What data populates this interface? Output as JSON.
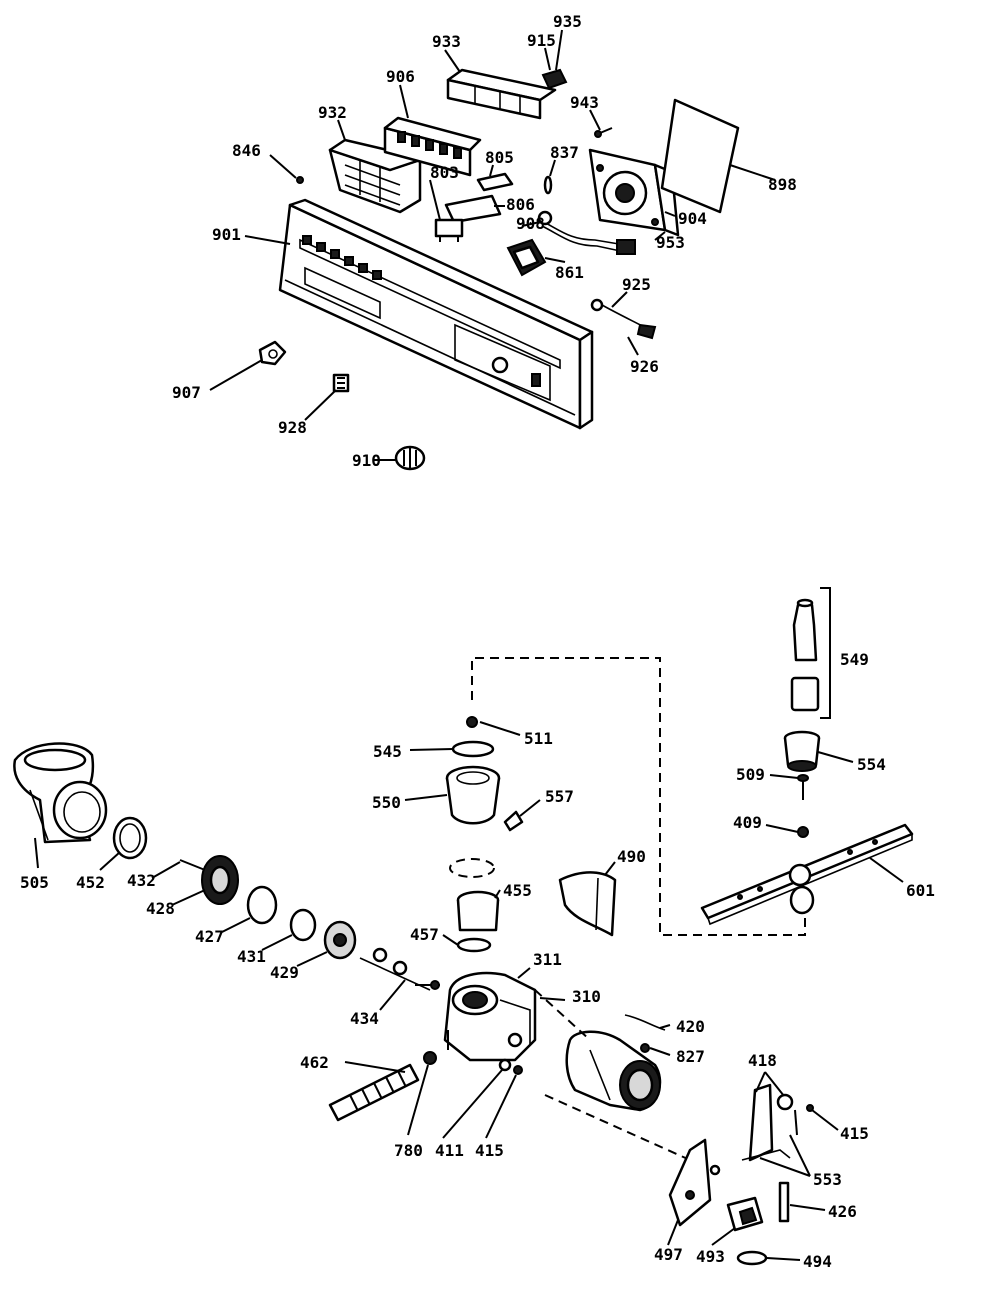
{
  "callouts": {
    "c933": "933",
    "c915": "915",
    "c935": "935",
    "c906a": "906",
    "c943": "943",
    "c932": "932",
    "c805": "805",
    "c837": "837",
    "c846": "846",
    "c803": "803",
    "c806": "806",
    "c908": "908",
    "c898": "898",
    "c904": "904",
    "c953": "953",
    "c901": "901",
    "c861": "861",
    "c925": "925",
    "c926": "926",
    "c907": "907",
    "c928": "928",
    "c910": "910",
    "c549": "549",
    "c511": "511",
    "c545": "545",
    "c554": "554",
    "c509": "509",
    "c550": "550",
    "c557": "557",
    "c409": "409",
    "c490": "490",
    "c601": "601",
    "c505": "505",
    "c452": "452",
    "c432": "432",
    "c455": "455",
    "c428": "428",
    "c427": "427",
    "c457": "457",
    "c431": "431",
    "c429": "429",
    "c311": "311",
    "c310": "310",
    "c434": "434",
    "c420": "420",
    "c827": "827",
    "c462": "462",
    "c418": "418",
    "c415a": "415",
    "c780": "780",
    "c411": "411",
    "c415b": "415",
    "c553": "553",
    "c426": "426",
    "c497": "497",
    "c493": "493",
    "c494": "494"
  }
}
